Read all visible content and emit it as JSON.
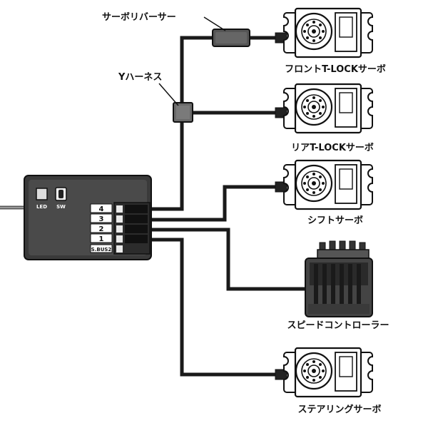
{
  "labels": {
    "reverser": "サーボリバーサー",
    "y_harness": "Yハーネス",
    "front_servo": "フロントT-LOCKサーボ",
    "rear_servo": "リアT-LOCKサーボ",
    "shift_servo": "シフトサーボ",
    "speed_controller": "スピードコントローラー",
    "steering_servo": "ステアリングサーボ"
  },
  "receiver": {
    "led": "LED",
    "sw": "SW",
    "ports": [
      "4",
      "3",
      "2",
      "1"
    ],
    "sbus": "S.BUS2"
  }
}
